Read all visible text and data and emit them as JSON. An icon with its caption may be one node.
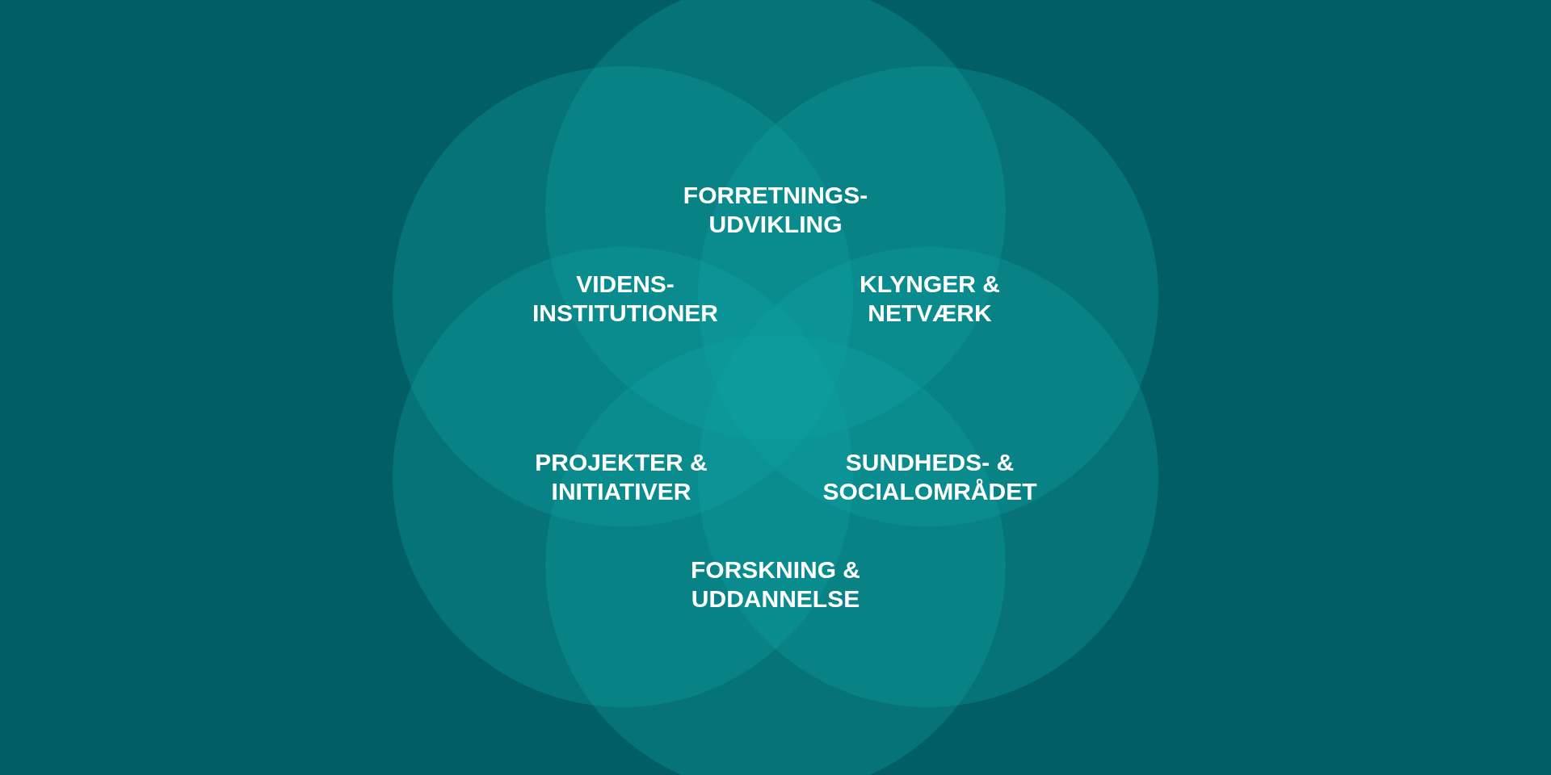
{
  "diagram": {
    "nodes": [
      {
        "text": [
          "FORRETNINGS- UDVIKLING"
        ]
      },
      {
        "text": [
          "VIDENS- INSTITUTIONER"
        ]
      },
      {
        "text": [
          "KLYNGER & NETVÆRK"
        ]
      },
      {
        "text": [
          "PROJEKTER & INITIATIVER"
        ]
      },
      {
        "text": [
          "SUNDHEDS- & SOCIALOMRÅDET"
        ]
      },
      {
        "text": [
          "FORSKNING & UDDANNELSE"
        ]
      }
    ]
  }
}
